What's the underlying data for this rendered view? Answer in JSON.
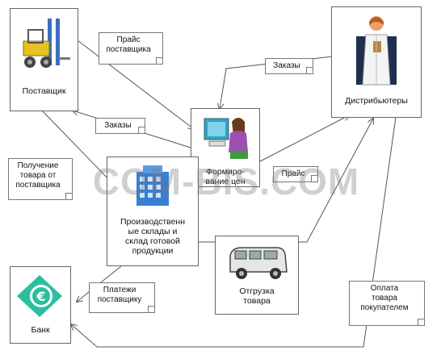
{
  "nodes": {
    "supplier": "Поставщик",
    "distributors": "Дистрибьютеры",
    "pricing": "Формиро-\nвание цен",
    "warehouses": "Производственн\nые склады и\nсклад готовой\nпродукции",
    "shipment": "Отгрузка\nтовара",
    "bank": "Банк"
  },
  "notes": {
    "supplier_price": "Прайс\nпоставщика",
    "orders_top": "Заказы",
    "orders_mid": "Заказы",
    "goods_receipt": "Получение\nтовара от\nпоставщика",
    "price": "Прайс",
    "supplier_payments": "Платежи\nпоставщику",
    "customer_payment": "Оплата\nтовара\nпокупателем"
  },
  "watermark": "COM-BIS.COM",
  "icons": {
    "supplier": "forklift-icon",
    "distributors": "doctor-icon",
    "pricing": "computer-user-icon",
    "warehouses": "building-icon",
    "shipment": "van-icon",
    "bank": "euro-icon"
  },
  "colors": {
    "line": "#555555",
    "bank_icon": "#2bbfa0",
    "building": "#3a7fd0",
    "monitor": "#2aa6c8"
  }
}
